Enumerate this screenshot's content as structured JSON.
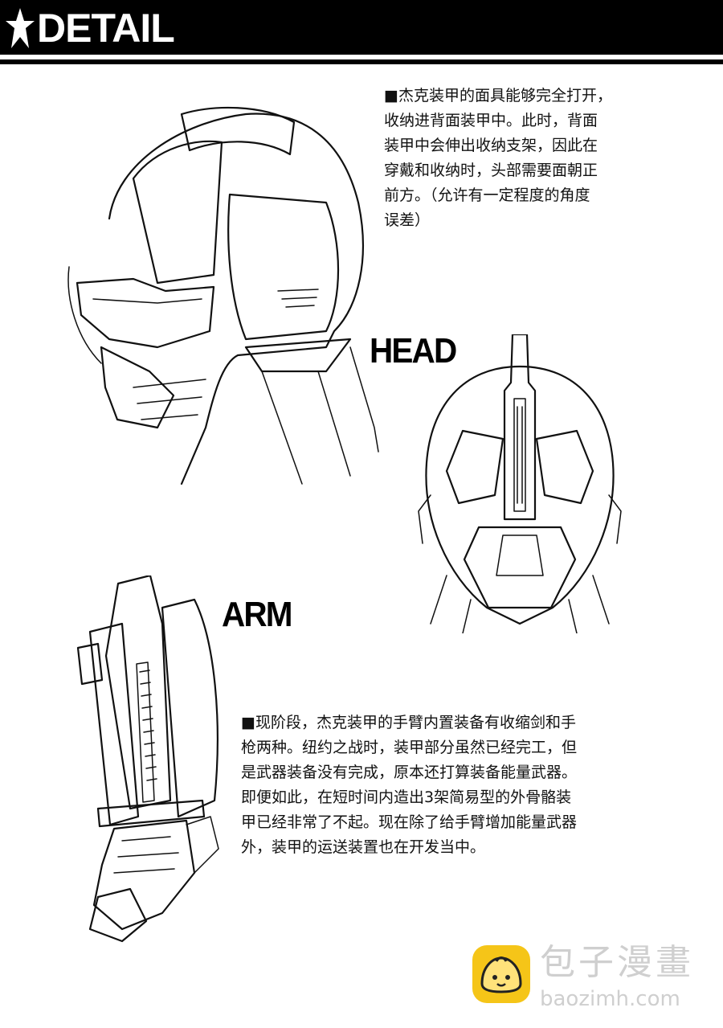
{
  "header": {
    "title": "DETAIL",
    "icon": "star-icon"
  },
  "sections": {
    "head": {
      "label": "HEAD",
      "text": "■杰克装甲的面具能够完全打开，\n收纳进背面装甲中。此时，背面\n装甲中会伸出收纳支架，因此在\n穿戴和收纳时，头部需要面朝正\n前方。（允许有一定程度的角度\n误差）"
    },
    "arm": {
      "label": "ARM",
      "text": "■现阶段，杰克装甲的手臂内置装备有收缩剑和手\n枪两种。纽约之战时，装甲部分虽然已经完工，但\n是武器装备没有完成，原本还打算装备能量武器。\n即便如此，在短时间内造出3架简易型的外骨骼装\n甲已经非常了不起。现在除了给手臂增加能量武器\n外，装甲的运送装置也在开发当中。"
    }
  },
  "watermark": {
    "name": "包子漫畫",
    "url": "baozimh.com",
    "icon": "bun-mascot-icon",
    "accent": "#f5c518"
  }
}
